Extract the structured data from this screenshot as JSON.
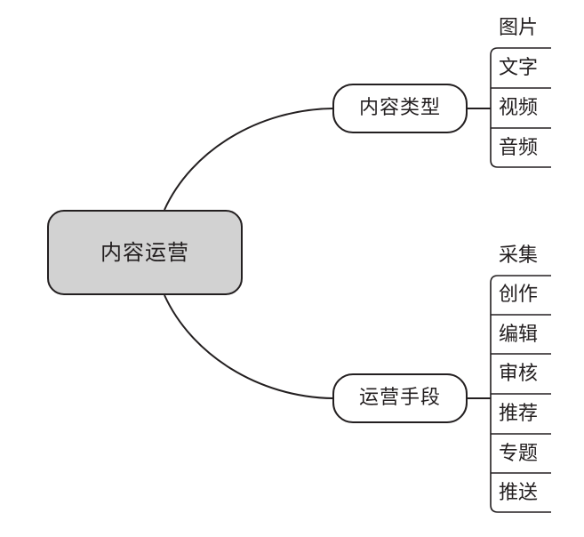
{
  "mindmap": {
    "root": {
      "label": "内容运营"
    },
    "branches": [
      {
        "label": "内容类型",
        "leaves": [
          "图片",
          "文字",
          "视频",
          "音频"
        ]
      },
      {
        "label": "运营手段",
        "leaves": [
          "采集",
          "创作",
          "编辑",
          "审核",
          "推荐",
          "专题",
          "推送"
        ]
      }
    ]
  },
  "colors": {
    "root_fill": "#d2d2d2",
    "node_fill": "#ffffff",
    "stroke": "#231f20",
    "text": "#231f20"
  }
}
